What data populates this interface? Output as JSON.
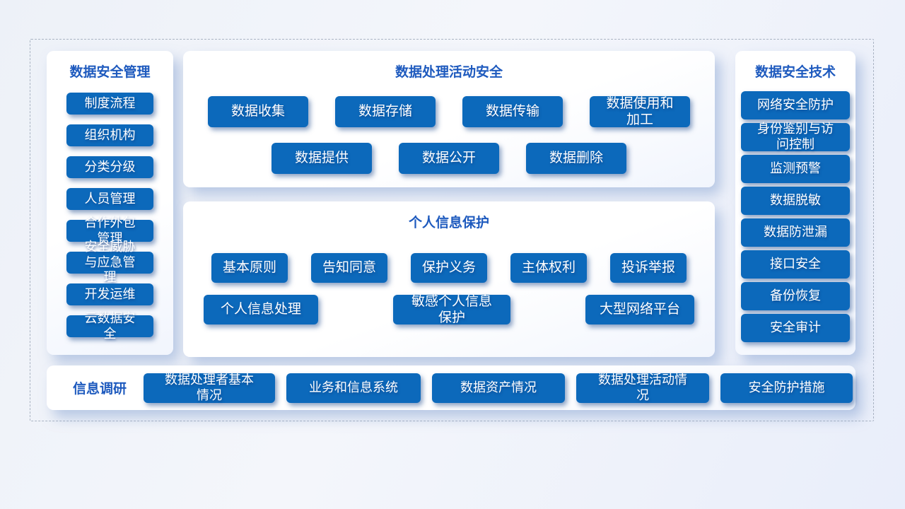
{
  "colors": {
    "node_blue": "#0c69bb",
    "title_blue": "#1e5abe",
    "canvas_background": "#eef1f9",
    "dashed_border": "#aab4c3"
  },
  "panels": {
    "management": {
      "title": "数据安全管理",
      "items": [
        "制度流程",
        "组织机构",
        "分类分级",
        "人员管理",
        "合作外包管理",
        "安全威胁与应急管理",
        "开发运维",
        "云数据安全"
      ]
    },
    "processing": {
      "title": "数据处理活动安全",
      "row1": [
        "数据收集",
        "数据存储",
        "数据传输",
        "数据使用和加工"
      ],
      "row2": [
        "数据提供",
        "数据公开",
        "数据删除"
      ]
    },
    "personal": {
      "title": "个人信息保护",
      "row1": [
        "基本原则",
        "告知同意",
        "保护义务",
        "主体权利",
        "投诉举报"
      ],
      "row2": [
        "个人信息处理",
        "敏感个人信息保护",
        "大型网络平台"
      ]
    },
    "technology": {
      "title": "数据安全技术",
      "items": [
        "网络安全防护",
        "身份鉴别与访问控制",
        "监测预警",
        "数据脱敏",
        "数据防泄漏",
        "接口安全",
        "备份恢复",
        "安全审计"
      ]
    },
    "survey": {
      "title": "信息调研",
      "items": [
        "数据处理者基本情况",
        "业务和信息系统",
        "数据资产情况",
        "数据处理活动情况",
        "安全防护措施"
      ]
    }
  }
}
